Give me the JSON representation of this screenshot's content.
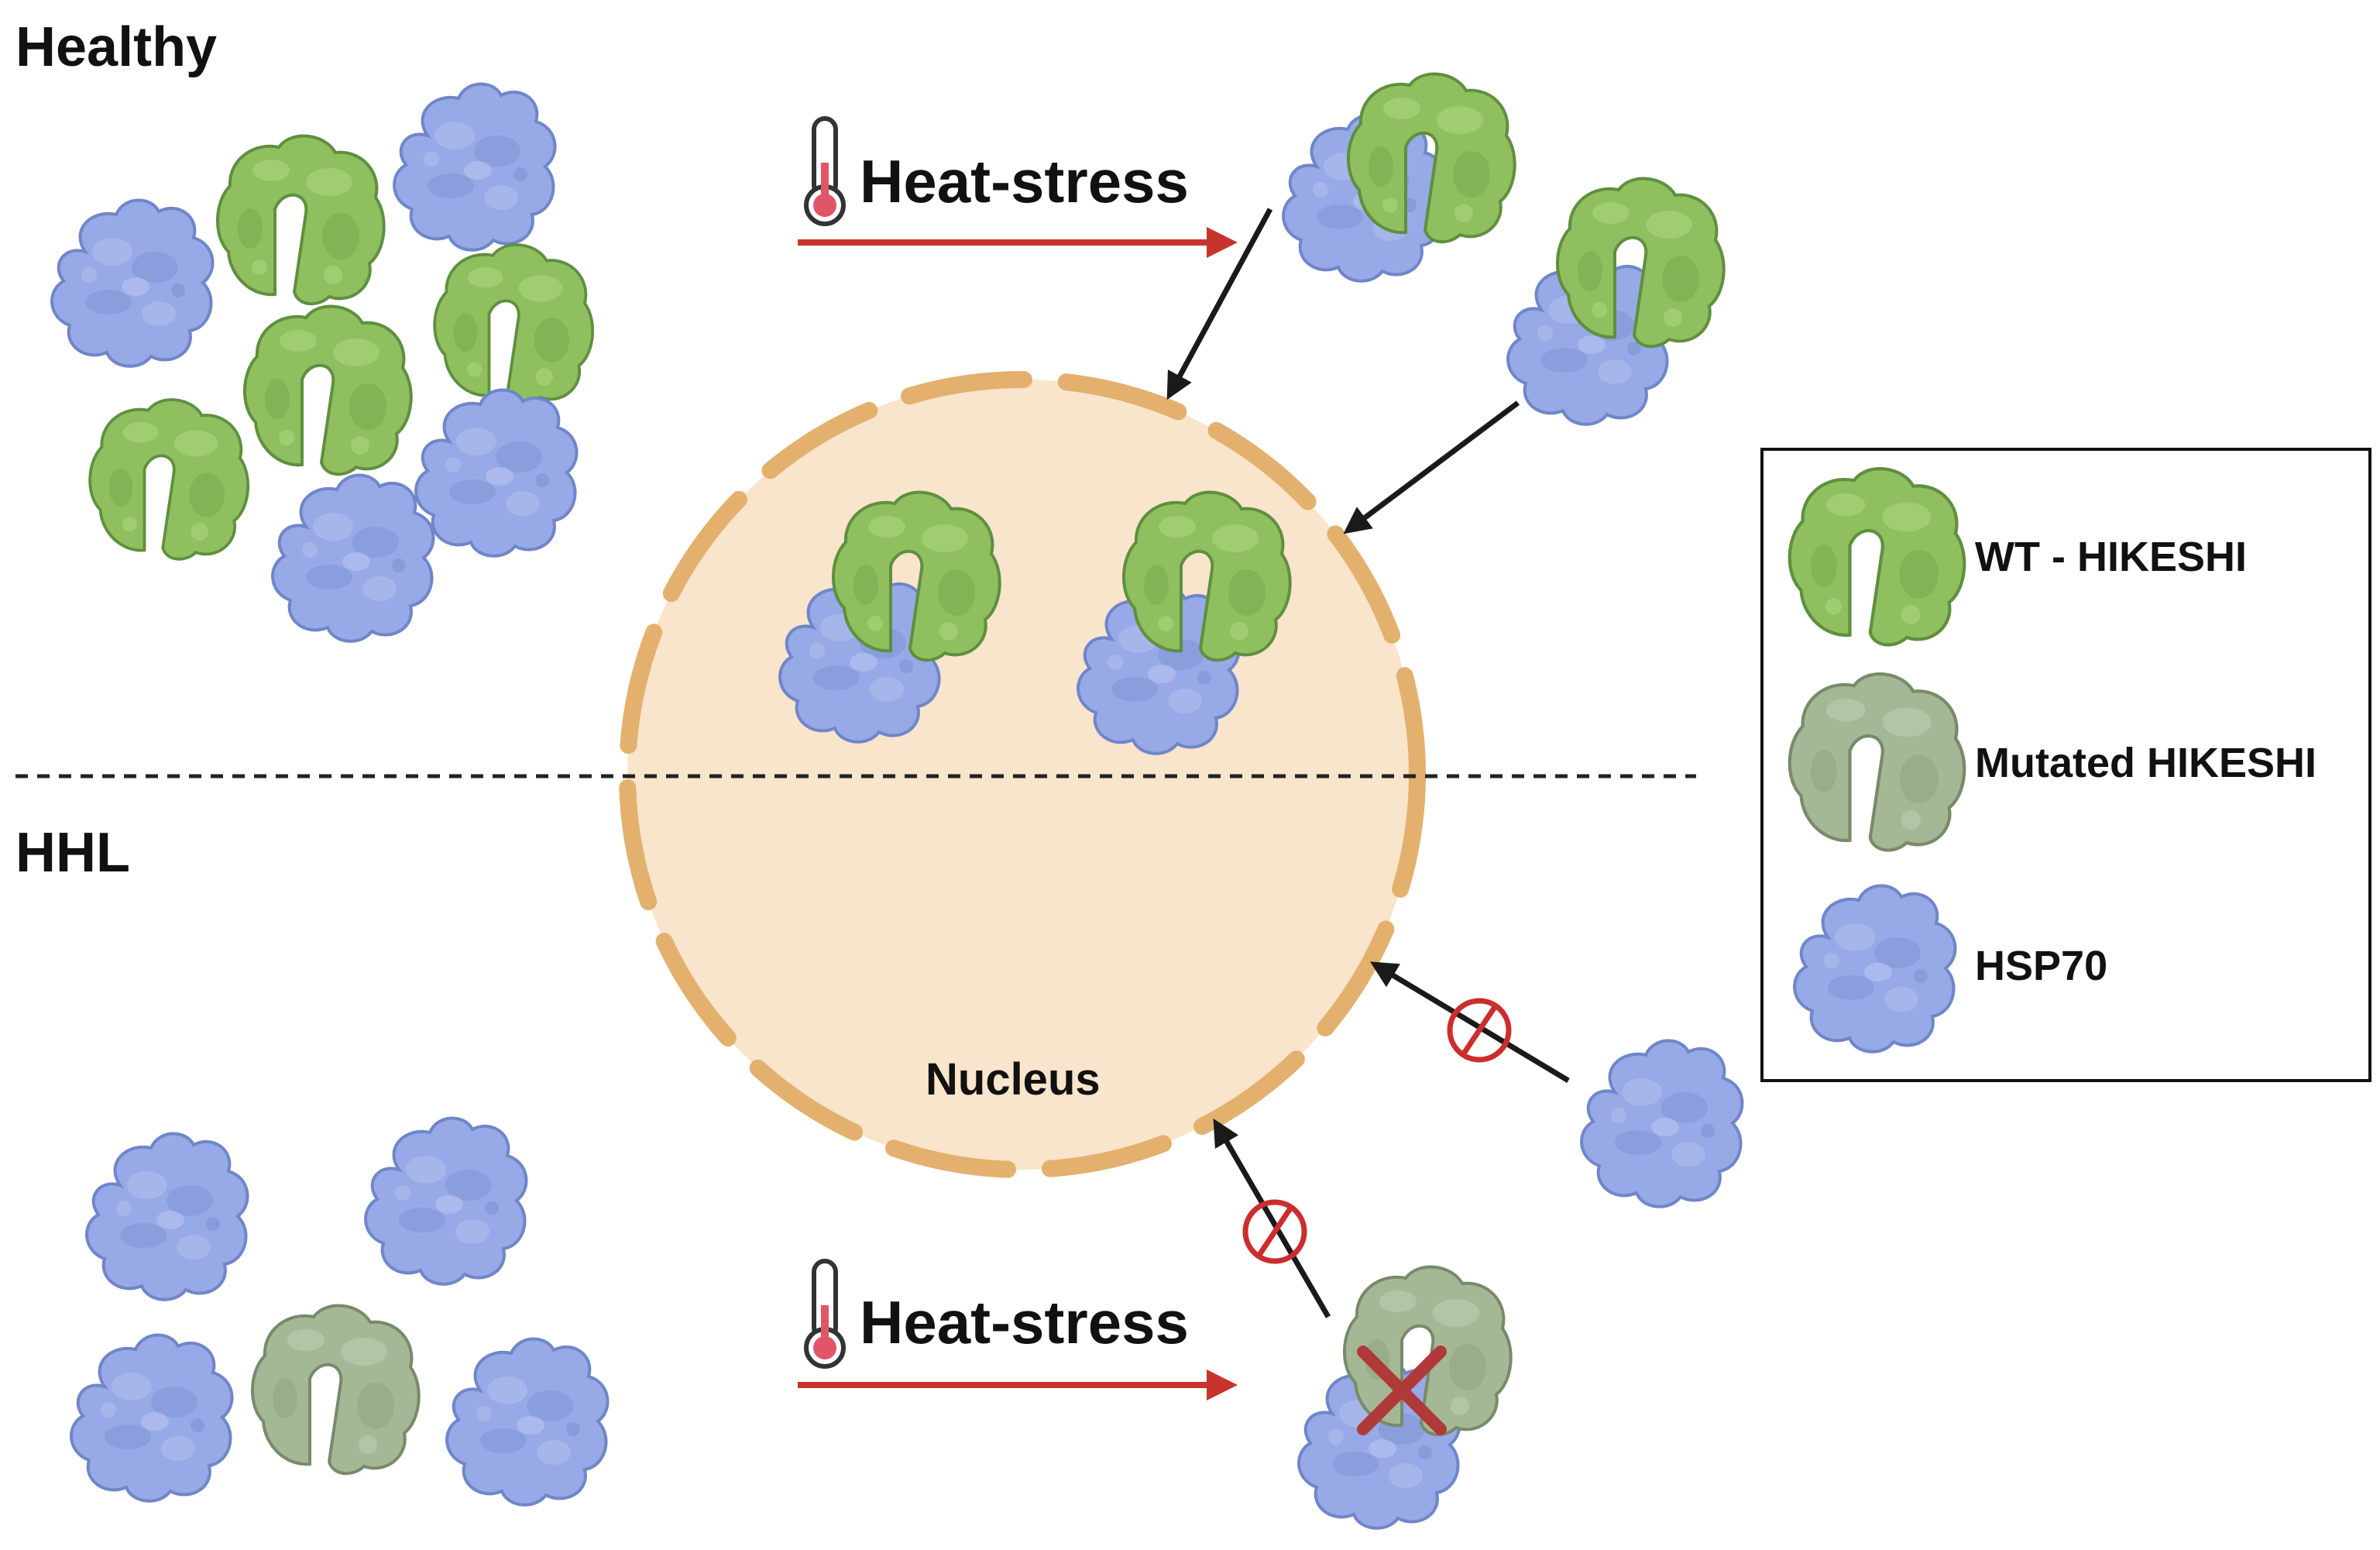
{
  "sections": {
    "top_label": "Healthy",
    "bottom_label": "HHL"
  },
  "heat_stress": {
    "top_label": "Heat-stress",
    "bottom_label": "Heat-stress"
  },
  "nucleus": {
    "label": "Nucleus"
  },
  "legend": {
    "items": [
      {
        "label": "WT - HIKESHI",
        "icon": "wt-hikeshi-icon"
      },
      {
        "label": "Mutated HIKESHI",
        "icon": "mutated-hikeshi-icon"
      },
      {
        "label": "HSP70",
        "icon": "hsp70-icon"
      }
    ]
  },
  "colors": {
    "wt_hikeshi": "#8fbf5f",
    "mutated_hikeshi": "#a5b896",
    "hsp70": "#97a9e6",
    "nucleus_fill": "#f9e4cc",
    "nuclear_envelope": "#e3b06e",
    "heat_arrow": "#c8342d",
    "transport_arrow": "#1a1a1a",
    "block_symbol": "#cc2d2d"
  }
}
